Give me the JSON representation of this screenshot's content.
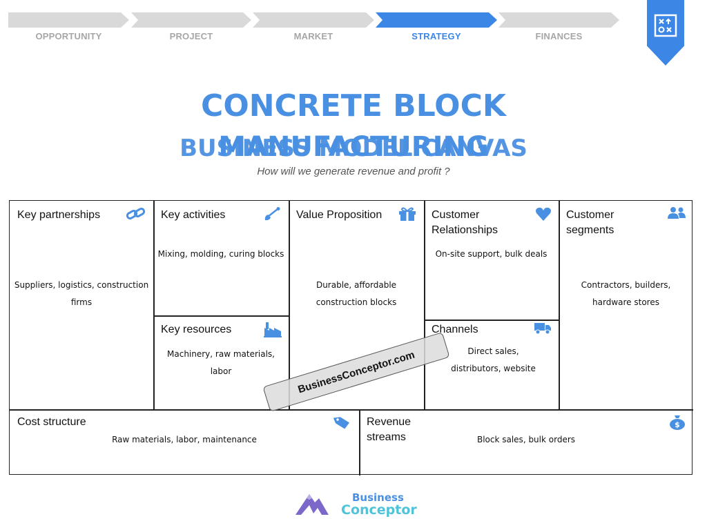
{
  "steps": [
    {
      "label": "OPPORTUNITY"
    },
    {
      "label": "PROJECT"
    },
    {
      "label": "MARKET"
    },
    {
      "label": "STRATEGY"
    },
    {
      "label": "FINANCES"
    }
  ],
  "active_step": "STRATEGY",
  "badge": {
    "icon": "strategy-board-icon"
  },
  "title": {
    "line1": "CONCRETE BLOCK",
    "line2_back": "BUSINESS MODEL CANVAS",
    "line2_front": "MANUFACTURING",
    "subtitle": "How will we generate revenue and profit ?"
  },
  "canvas": {
    "key_partnerships": {
      "title": "Key partnerships",
      "text": "Suppliers, logistics, construction firms",
      "icon": "link-icon"
    },
    "key_activities": {
      "title": "Key activities",
      "text": "Mixing, molding, curing blocks",
      "icon": "shovel-icon"
    },
    "key_resources": {
      "title": "Key resources",
      "text": "Machinery, raw materials, labor",
      "icon": "factory-icon"
    },
    "value_proposition": {
      "title": "Value Proposition",
      "text": "Durable, affordable construction blocks",
      "icon": "gift-icon"
    },
    "customer_relationships": {
      "title": "Customer Relationships",
      "text": "On-site support, bulk deals",
      "icon": "heart-icon"
    },
    "channels": {
      "title": "Channels",
      "text": "Direct sales, distributors, website",
      "icon": "truck-icon"
    },
    "customer_segments": {
      "title": "Customer segments",
      "text": "Contractors, builders, hardware stores",
      "icon": "users-icon"
    },
    "cost_structure": {
      "title": "Cost structure",
      "text": "Raw materials, labor, maintenance",
      "icon": "tag-icon"
    },
    "revenue_streams": {
      "title": "Revenue streams",
      "text": "Block sales, bulk orders",
      "icon": "money-bag-icon"
    }
  },
  "watermark": "BusinessConceptor.com",
  "logo": {
    "line1": "Business",
    "line2": "Conceptor"
  },
  "colors": {
    "accent": "#3c86e6",
    "inactive": "#d9d9d9",
    "title": "#4a90e2",
    "icon": "#4a90e2"
  }
}
